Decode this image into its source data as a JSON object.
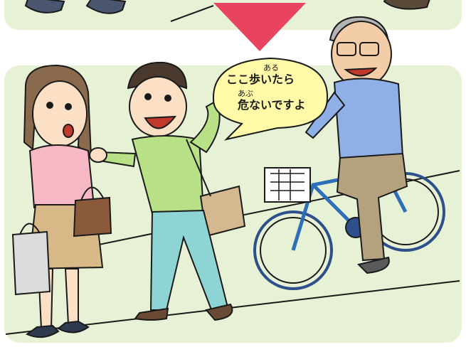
{
  "speech_bubble": {
    "ruby_1": "ある",
    "line_1": "ここ歩いたら",
    "ruby_2": "あぶ",
    "line_2": "危ないですよ"
  },
  "colors": {
    "panel_bg": "#e7f1d6",
    "arrow": "#e9445f",
    "bubble_fill": "#fff9a8",
    "outline": "#1a1a1a"
  }
}
